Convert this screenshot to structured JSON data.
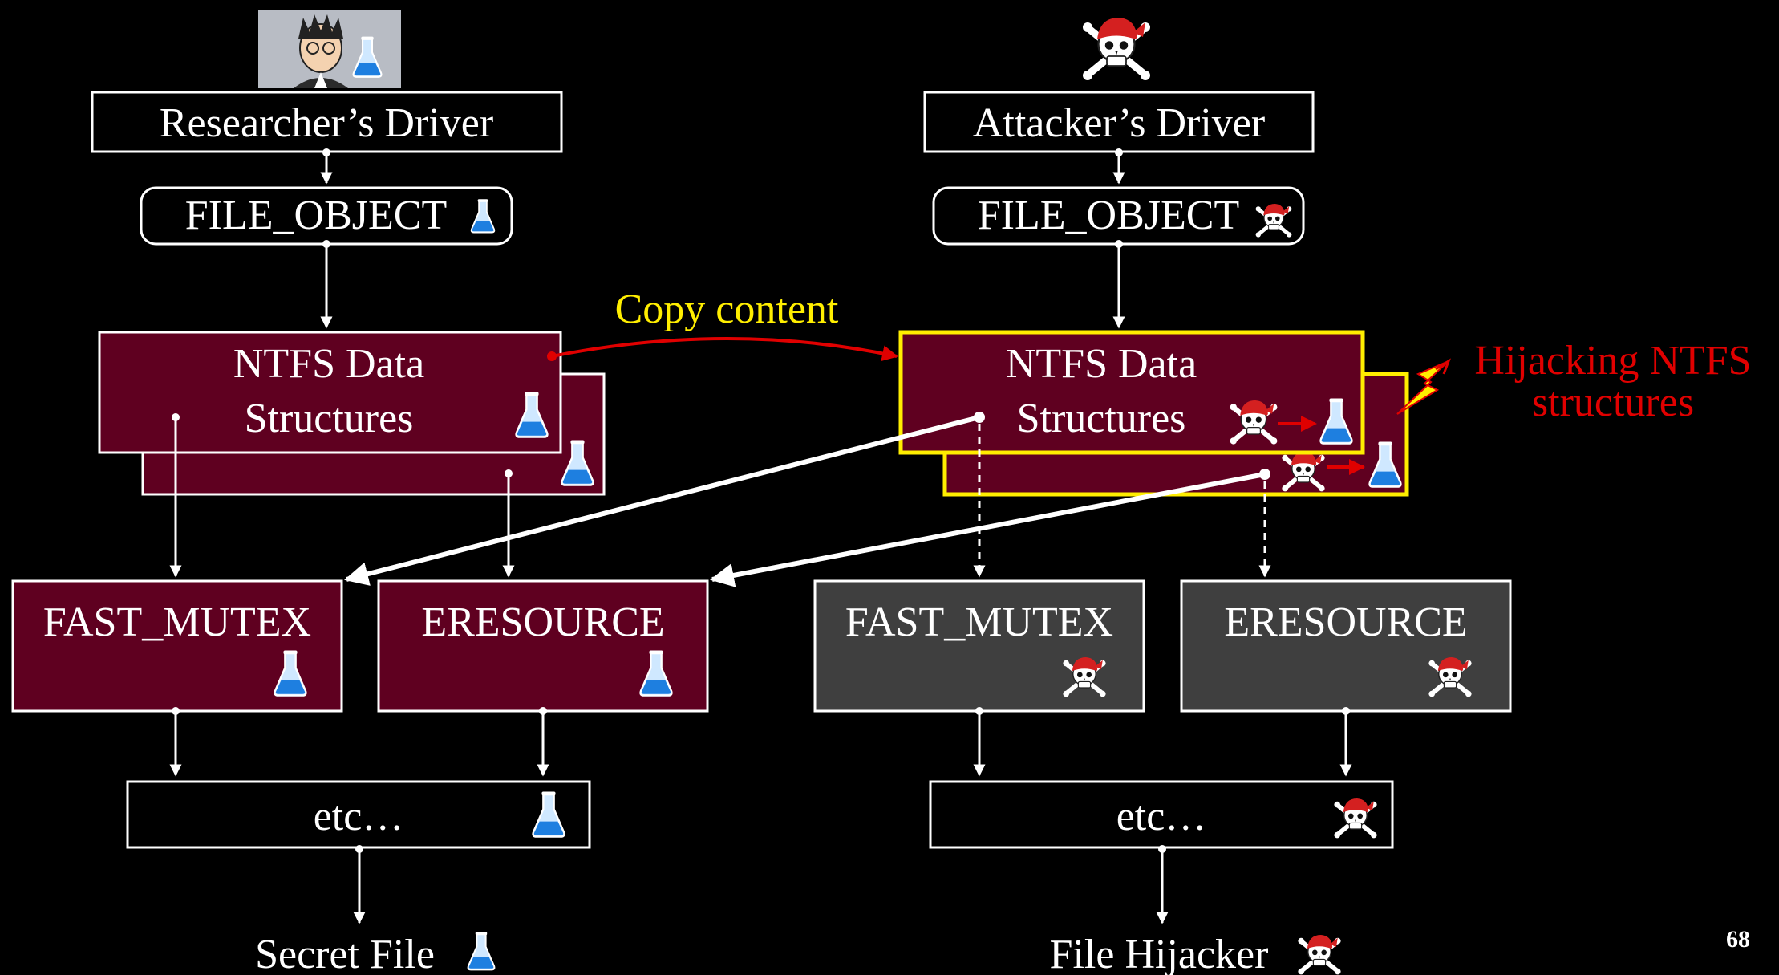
{
  "left": {
    "driver_label": "Researcher’s Driver",
    "file_object_label": "FILE_OBJECT",
    "ntfs_line1": "NTFS Data",
    "ntfs_line2": "Structures",
    "fast_mutex_label": "FAST_MUTEX",
    "eresource_label": "ERESOURCE",
    "etc_label": "etc…",
    "result_label": "Secret File"
  },
  "right": {
    "driver_label": "Attacker’s Driver",
    "file_object_label": "FILE_OBJECT",
    "ntfs_line1": "NTFS Data",
    "ntfs_line2": "Structures",
    "fast_mutex_label": "FAST_MUTEX",
    "eresource_label": "ERESOURCE",
    "etc_label": "etc…",
    "result_label": "File Hijacker"
  },
  "annotations": {
    "copy_content": "Copy content",
    "hijack_line1": "Hijacking NTFS",
    "hijack_line2": "structures"
  },
  "page_number": "68",
  "colors": {
    "background": "#000000",
    "ntfs_fill": "#5f0020",
    "gray_fill": "#3f3f3f",
    "highlight_border": "#ffee00",
    "copy_text": "#ffee00",
    "attack_red": "#e00000",
    "flask_blue": "#1e7fe0",
    "bandana_red": "#d42020"
  },
  "icons": {
    "researcher": "researcher-avatar-icon",
    "attacker": "pirate-skull-icon",
    "flask": "flask-icon",
    "skull": "pirate-skull-icon",
    "lightning": "lightning-icon"
  }
}
